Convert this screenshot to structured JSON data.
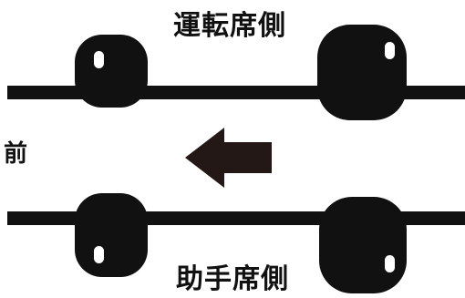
{
  "labels": {
    "top": "運転席側",
    "bottom": "助手席側",
    "front": "前"
  },
  "colors": {
    "ink": "#111111",
    "arrow": "#231815",
    "background": "#ffffff"
  },
  "arrow": {
    "direction": "left"
  }
}
